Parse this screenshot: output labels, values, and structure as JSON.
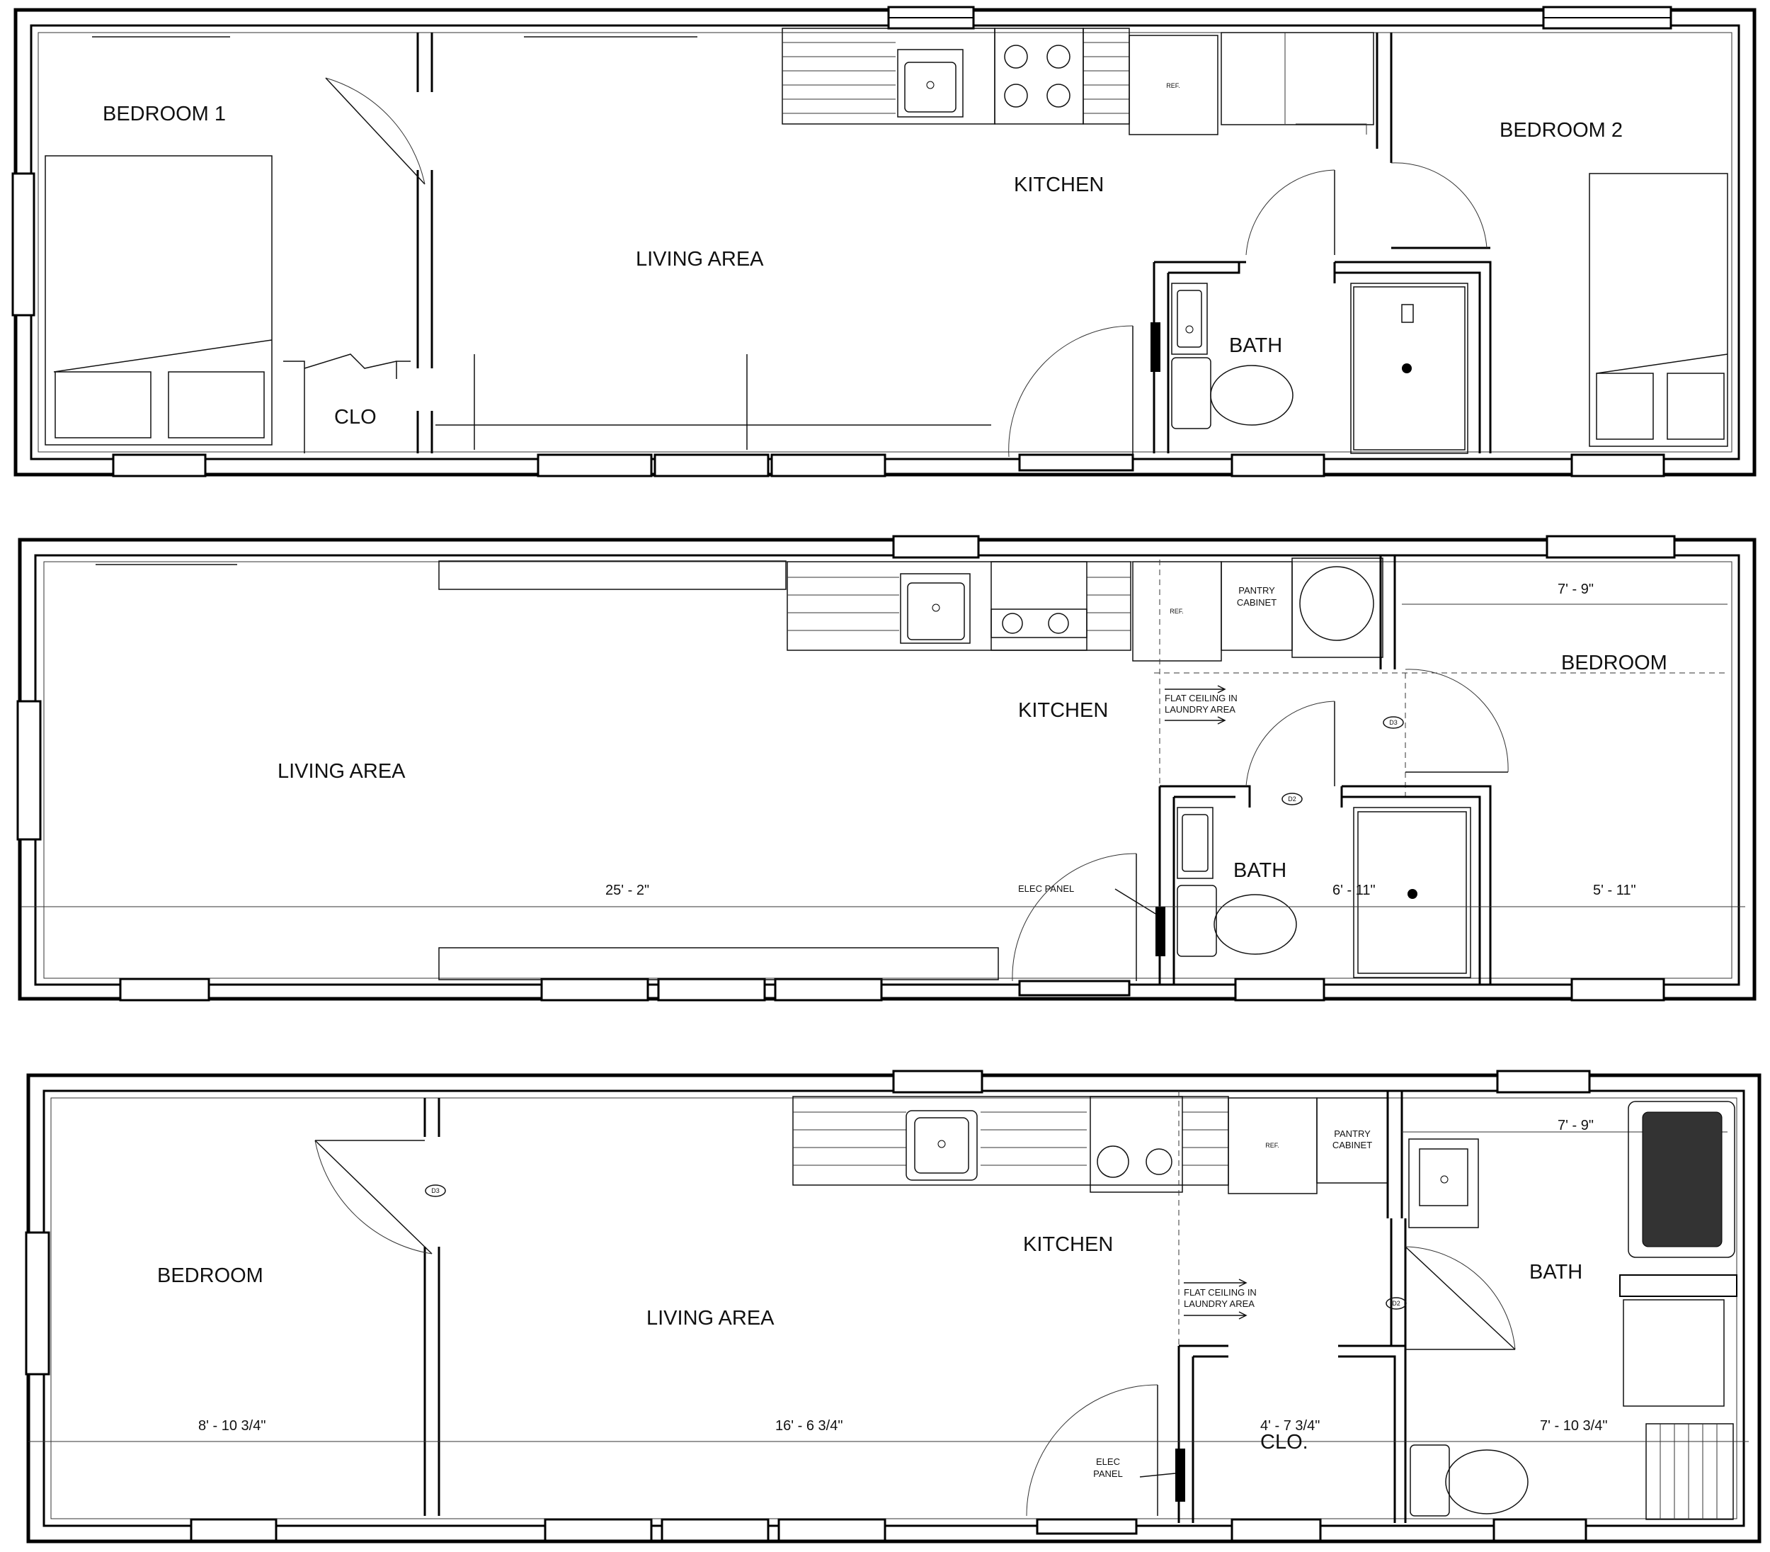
{
  "plans": [
    {
      "id": "plan-1",
      "rooms": {
        "bedroom_1": "BEDROOM 1",
        "living_area": "LIVING AREA",
        "kitchen": "KITCHEN",
        "bedroom_2": "BEDROOM 2",
        "bath": "BATH",
        "closet": "CLO"
      },
      "fixtures": {
        "refrigerator": "REF."
      }
    },
    {
      "id": "plan-2",
      "rooms": {
        "living_area": "LIVING AREA",
        "kitchen": "KITCHEN",
        "bedroom": "BEDROOM",
        "bath": "BATH"
      },
      "fixtures": {
        "refrigerator": "REF.",
        "pantry_line1": "PANTRY",
        "pantry_line2": "CABINET",
        "elec_panel": "ELEC PANEL"
      },
      "notes": {
        "flat_ceiling_line1": "FLAT CEILING IN",
        "flat_ceiling_line2": "LAUNDRY AREA"
      },
      "tags": {
        "d2": "D2",
        "d3": "D3"
      },
      "dimensions": {
        "living": "25' - 2\"",
        "bath": "6' - 11\"",
        "bedroom": "5' - 11\"",
        "bedroom_width": "7' - 9\""
      }
    },
    {
      "id": "plan-3",
      "rooms": {
        "bedroom": "BEDROOM",
        "living_area": "LIVING AREA",
        "kitchen": "KITCHEN",
        "bath": "BATH",
        "closet": "CLO."
      },
      "fixtures": {
        "refrigerator": "REF.",
        "pantry_line1": "PANTRY",
        "pantry_line2": "CABINET",
        "elec_panel_line1": "ELEC",
        "elec_panel_line2": "PANEL"
      },
      "notes": {
        "flat_ceiling_line1": "FLAT CEILING IN",
        "flat_ceiling_line2": "LAUNDRY AREA"
      },
      "tags": {
        "d2": "D2",
        "d3": "D3"
      },
      "dimensions": {
        "bedroom": "8' - 10 3/4\"",
        "living": "16' - 6 3/4\"",
        "closet": "4' - 7 3/4\"",
        "bath": "7' - 10 3/4\"",
        "bath_width": "7' - 9\""
      }
    }
  ]
}
